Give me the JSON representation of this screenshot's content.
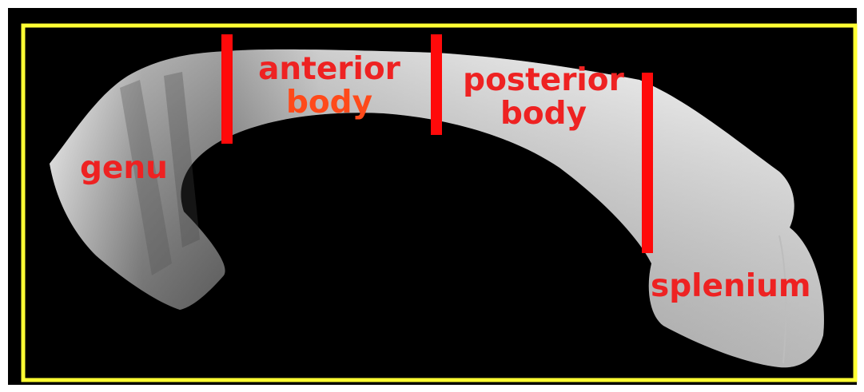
{
  "colors": {
    "frame": "#ffff33",
    "background": "#000000",
    "structure_fill": "#e6e6e6",
    "divider": "#ff0a0a",
    "label_red": "#ee2222",
    "label_orange": "#ff4a1a"
  },
  "labels": {
    "genu": "genu",
    "anterior_body": {
      "line1": "anterior",
      "line2": "body"
    },
    "posterior_body": {
      "line1": "posterior",
      "line2": "body"
    },
    "splenium": "splenium"
  }
}
